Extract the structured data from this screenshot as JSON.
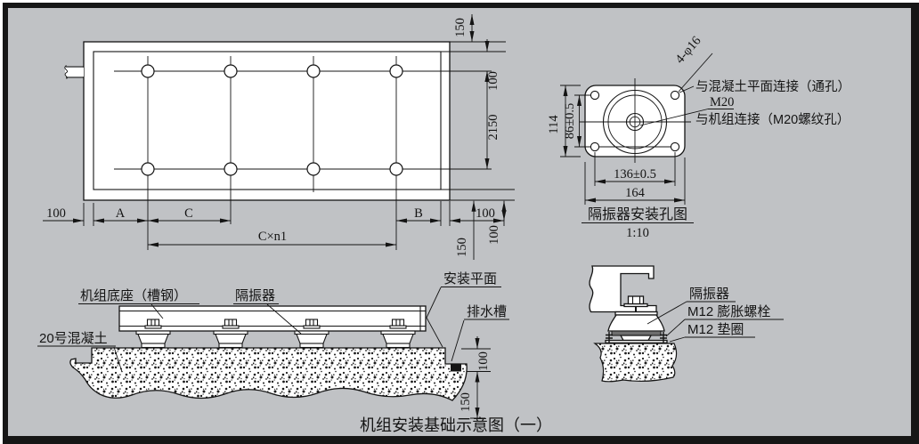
{
  "title": "机组安装基础示意图（一）",
  "plan_view": {
    "dim_top_150": "150",
    "dim_right_100": "100",
    "dim_right_2150": "2150",
    "dim_left_100": "100",
    "dim_a": "A",
    "dim_c": "C",
    "dim_b": "B",
    "dim_offset_100": "100",
    "dim_cxn1": "C×n1",
    "dim_bottom_100": "100",
    "dim_bottom_150": "150"
  },
  "hole_view": {
    "caption": "隔振器安装孔图",
    "scale_note": "1:10",
    "callout_holes": "4-φ16",
    "label_concrete": "与混凝土平面连接（通孔）",
    "label_thread": "M20",
    "label_unit": "与机组连接（M20螺纹孔）",
    "dim_114": "114",
    "dim_86": "86±0.5",
    "dim_136": "136±0.5",
    "dim_164": "164"
  },
  "section_view": {
    "label_base": "机组底座（槽钢）",
    "label_isolator": "隔振器",
    "label_concrete": "20号混凝土",
    "label_plane": "安装平面",
    "label_drain": "排水槽",
    "dim_drain_100": "100",
    "dim_below_150": "150"
  },
  "detail_view": {
    "label_isolator": "隔振器",
    "label_bolt": "M12 膨胀螺栓",
    "label_washer": "M12 垫圈"
  }
}
